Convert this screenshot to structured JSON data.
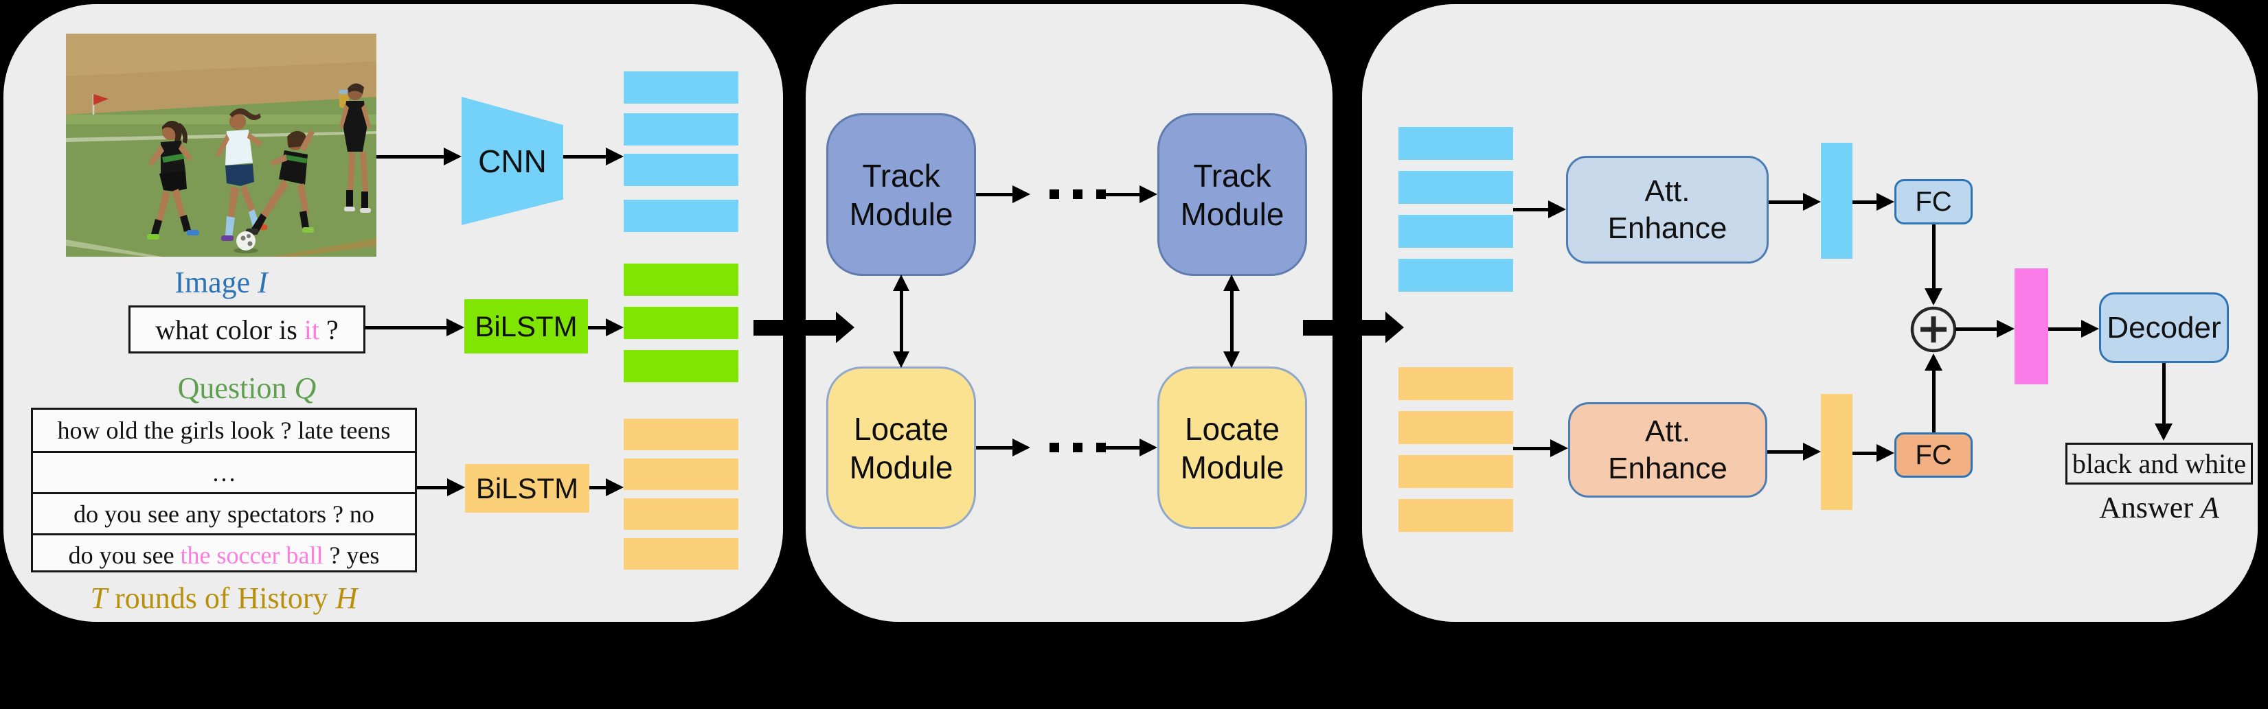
{
  "colors": {
    "panel_bg": "#EDEDEE",
    "image_feature_blue": "#74D2F8",
    "question_feature_green": "#80E501",
    "history_feature_orange": "#FBD078",
    "track_module_fill": "#8CA2D7",
    "locate_module_fill": "#FAE291",
    "att_enhance_blue": "#C7D9EB",
    "att_enhance_orange": "#F6CBAD",
    "fc_blue": "#BDD7EE",
    "fc_orange": "#F3B183",
    "fused_pink": "#FB7BE8",
    "highlight_text_pink": "#FF7BE0",
    "image_label_blue": "#2E74B5",
    "question_label_green": "#5FA04E",
    "history_label_gold": "#B8900B"
  },
  "inputs": {
    "image_label_prefix": "Image ",
    "image_label_var": "I",
    "cnn": "CNN",
    "question": {
      "pre": "what color is ",
      "hl": "it",
      "post": " ?"
    },
    "question_label_prefix": "Question ",
    "question_label_var": "Q",
    "bilstm_question": "BiLSTM",
    "bilstm_history": "BiLSTM",
    "history_rows": [
      {
        "pre": "how old the girls look ? late teens",
        "hl": "",
        "post": ""
      },
      {
        "pre": "…",
        "hl": "",
        "post": ""
      },
      {
        "pre": "do you see any spectators ? no",
        "hl": "",
        "post": ""
      },
      {
        "pre": "do you see ",
        "hl": "the soccer ball",
        "post": " ? yes"
      }
    ],
    "history_label_var1": "T",
    "history_label_mid": " rounds of History ",
    "history_label_var2": "H"
  },
  "reasoning": {
    "track_module_1": "Track Module",
    "track_module_2": "Track Module",
    "locate_module_1": "Locate Module",
    "locate_module_2": "Locate Module"
  },
  "output": {
    "att_enhance_visual": "Att. Enhance",
    "att_enhance_history": "Att. Enhance",
    "fc_visual": "FC",
    "fc_history": "FC",
    "decoder": "Decoder",
    "answer_text": "black and white",
    "answer_label_prefix": "Answer ",
    "answer_label_var": "A"
  }
}
